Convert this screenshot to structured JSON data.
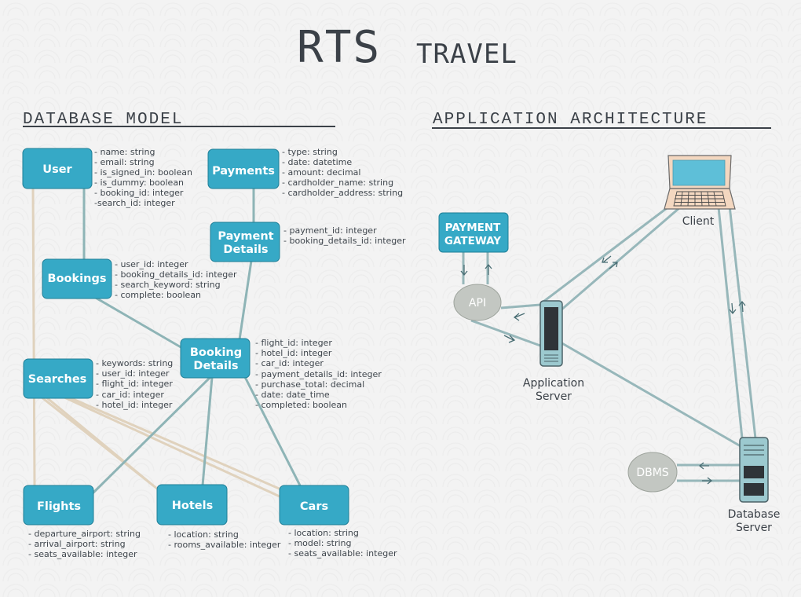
{
  "title": {
    "main": "RTS",
    "sub": "TRAVEL"
  },
  "database_model": {
    "title": "DATABASE MODEL",
    "entities": {
      "user": {
        "label": [
          "User"
        ],
        "attributes": [
          "- name: string",
          "- email: string",
          "- is_signed_in: boolean",
          "- is_dummy: boolean",
          "- booking_id: integer",
          "-search_id: integer"
        ]
      },
      "payments": {
        "label": [
          "Payments"
        ],
        "attributes": [
          "- type: string",
          "- date: datetime",
          "- amount: decimal",
          "- cardholder_name: string",
          "- cardholder_address: string"
        ]
      },
      "payment_details": {
        "label": [
          "Payment",
          "Details"
        ],
        "attributes": [
          "- payment_id: integer",
          "- booking_details_id: integer"
        ]
      },
      "bookings": {
        "label": [
          "Bookings"
        ],
        "attributes": [
          "- user_id: integer",
          "- booking_details_id: integer",
          "- search_keyword: string",
          "- complete: boolean"
        ]
      },
      "booking_details": {
        "label": [
          "Booking",
          "Details"
        ],
        "attributes": [
          "- flight_id: integer",
          "- hotel_id: integer",
          "- car_id: integer",
          "- payment_details_id: integer",
          "- purchase_total: decimal",
          "- date: date_time",
          "- completed: boolean"
        ]
      },
      "searches": {
        "label": [
          "Searches"
        ],
        "attributes": [
          "- keywords: string",
          "- user_id: integer",
          "- flight_id: integer",
          "- car_id: integer",
          "- hotel_id: integer"
        ]
      },
      "flights": {
        "label": [
          "Flights"
        ],
        "attributes": [
          "- departure_airport: string",
          "- arrival_airport: string",
          "- seats_available: integer"
        ]
      },
      "hotels": {
        "label": [
          "Hotels"
        ],
        "attributes": [
          "- location: string",
          "- rooms_available: integer"
        ]
      },
      "cars": {
        "label": [
          "Cars"
        ],
        "attributes": [
          "- location: string",
          "- model: string",
          "- seats_available: integer"
        ]
      }
    }
  },
  "application_architecture": {
    "title": "APPLICATION ARCHITECTURE",
    "nodes": {
      "client": [
        "Client"
      ],
      "payment_gateway": [
        "PAYMENT",
        "GATEWAY"
      ],
      "api": [
        "API"
      ],
      "application_server": [
        "Application",
        "Server"
      ],
      "dbms": [
        "DBMS"
      ],
      "database_server": [
        "Database",
        "Server"
      ]
    }
  },
  "colors": {
    "entity_fill": "#36a9c6",
    "relation_line": "#8eb4b6",
    "search_relation_line": "#e0d2bd",
    "heading_text": "#3b4148"
  }
}
